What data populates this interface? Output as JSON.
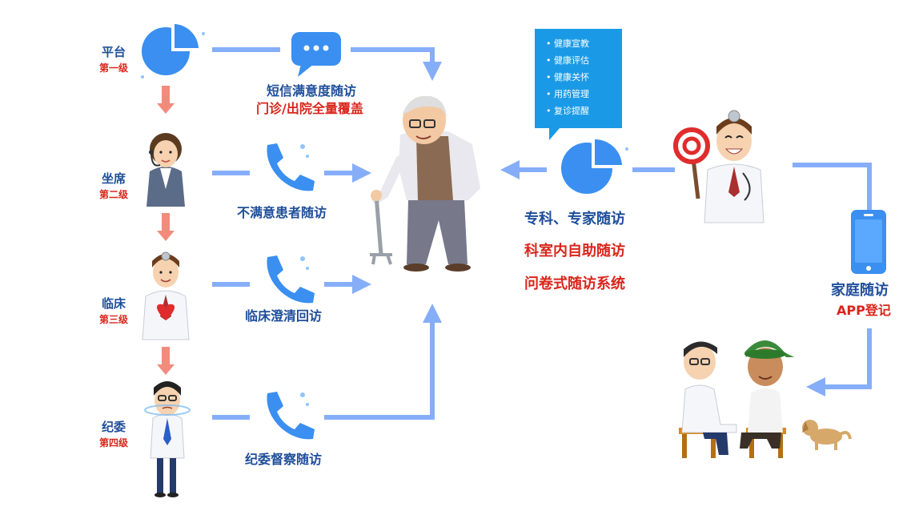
{
  "levels": [
    {
      "name": "平台",
      "tag": "第一级"
    },
    {
      "name": "坐席",
      "tag": "第二级"
    },
    {
      "name": "临床",
      "tag": "第三级"
    },
    {
      "name": "纪委",
      "tag": "第四级"
    }
  ],
  "sms": {
    "line1": "短信满意度随访",
    "line2": "门诊/出院全量覆盖"
  },
  "call_labels": {
    "unsatisfied": "不满意患者随访",
    "clinical": "临床澄清回访",
    "discipline": "纪委督察随访"
  },
  "bubble_items": [
    "健康宣教",
    "健康评估",
    "健康关怀",
    "用药管理",
    "复诊提醒"
  ],
  "specialist": {
    "line1": "专科、专家随访",
    "line2": "科室内自助随访",
    "line3": "问卷式随访系统"
  },
  "family": {
    "line1": "家庭随访",
    "line2": "APP登记"
  },
  "colors": {
    "flow": "#86aef8",
    "step": "#f28b7c",
    "icon": "#3a8ff0",
    "dark_blue": "#1f4e9a",
    "red": "#d9261c"
  }
}
